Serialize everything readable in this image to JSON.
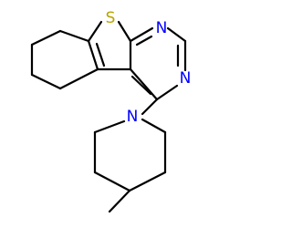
{
  "colors": {
    "background": "#ffffff",
    "bond": "#000000",
    "sulfur": "#b8a400",
    "nitrogen": "#0000ff"
  },
  "atoms": {
    "sulfur_label": "S",
    "nitrogen_top_label": "N",
    "nitrogen_right_label": "N",
    "nitrogen_piperidine_label": "N"
  }
}
